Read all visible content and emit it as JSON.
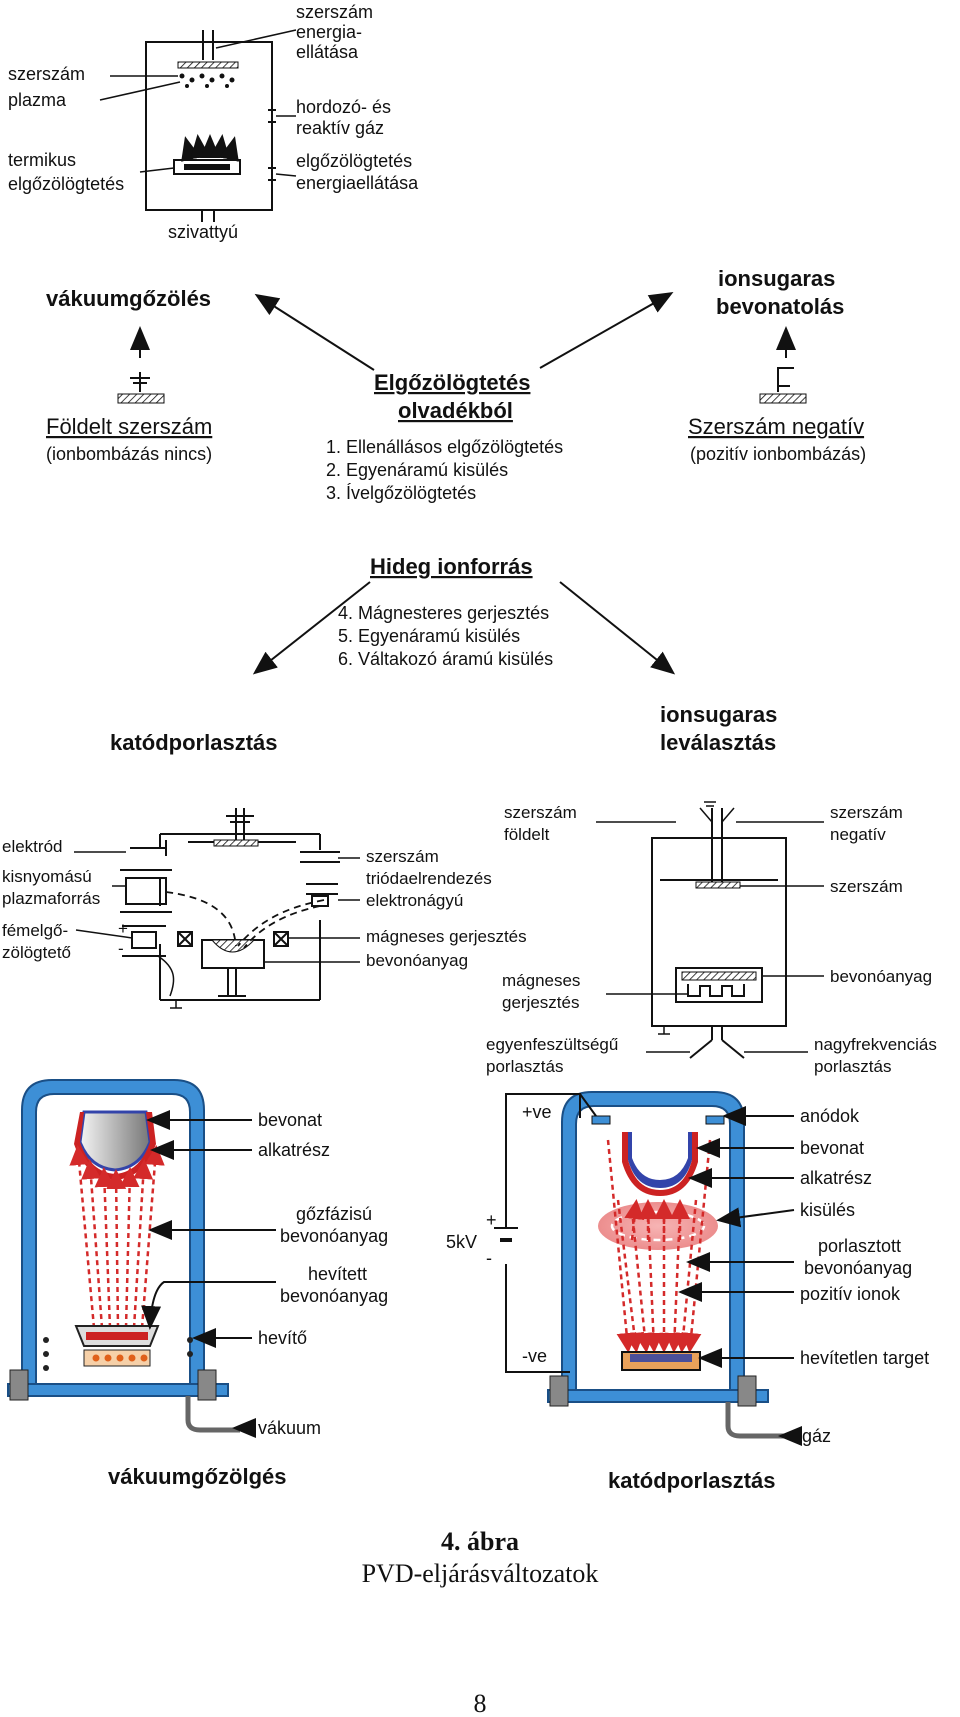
{
  "top_schematic": {
    "labels": {
      "tool_energy": [
        "szerszám",
        "energia-",
        "ellátása"
      ],
      "tool": "szerszám",
      "plasma": "plazma",
      "carrier_gas": [
        "hordozó- és",
        "reaktív gáz"
      ],
      "thermal_evap": [
        "termikus",
        "elgőzölögtetés"
      ],
      "evap_energy": [
        "elgőzölögtetés",
        "energiaellátása"
      ],
      "pump": "szivattyú"
    }
  },
  "branches": {
    "vacuum_evap": "vákuumgőzölés",
    "ion_beam_coating": [
      "ionsugaras",
      "bevonatolás"
    ],
    "grounded_tool": "Földelt szerszám",
    "grounded_tool_note": "(ionbombázás nincs)",
    "negative_tool": "Szerszám negatív",
    "negative_tool_note": "(pozitív ionbombázás)",
    "melt_evap_title": [
      "Elgőzölögtetés",
      "olvadékból"
    ],
    "melt_evap_items": [
      "1. Ellenállásos elgőzölögtetés",
      "2. Egyenáramú kisülés",
      "3. Ívelgőzölögtetés"
    ],
    "cold_ion_title": "Hideg ionforrás",
    "cold_ion_items": [
      "4. Mágnesteres gerjesztés",
      "5. Egyenáramú kisülés",
      "6. Váltakozó áramú kisülés"
    ],
    "cathode_sputtering": "katódporlasztás",
    "ion_beam_deposition": [
      "ionsugaras",
      "leválasztás"
    ]
  },
  "middle_left": {
    "electrode": "elektród",
    "low_pressure_plasma": [
      "kisnyomású",
      "plazmaforrás"
    ],
    "metal_evaporator": [
      "fémelgő-",
      "zölögtető"
    ],
    "tool": "szerszám",
    "triode": "triódaelrendezés",
    "electron_gun": "elektronágyú",
    "magnetic_excitation": "mágneses gerjesztés",
    "coating_material": "bevonóanyag",
    "plus": "+",
    "minus": "-"
  },
  "middle_right": {
    "tool_grounded": [
      "szerszám",
      "földelt"
    ],
    "tool_negative": [
      "szerszám",
      "negatív"
    ],
    "tool": "szerszám",
    "coating_material": "bevonóanyag",
    "magnetic_excitation": [
      "mágneses",
      "gerjesztés"
    ],
    "dc_sputtering": [
      "egyenfeszültségű",
      "porlasztás"
    ],
    "rf_sputtering": [
      "nagyfrekvenciás",
      "porlasztás"
    ]
  },
  "bottom_left": {
    "coating": "bevonat",
    "part": "alkatrész",
    "vapor_phase": [
      "gőzfázisú",
      "bevonóanyag"
    ],
    "heated": [
      "hevített",
      "bevonóanyag"
    ],
    "heater": "hevítő",
    "vacuum": "vákuum",
    "title": "vákuumgőzölgés"
  },
  "bottom_right": {
    "plus_ve": "+ve",
    "minus_ve": "-ve",
    "voltage": "5kV",
    "plus": "+",
    "minus": "-",
    "anodes": "anódok",
    "coating": "bevonat",
    "part": "alkatrész",
    "discharge": "kisülés",
    "sputtered": [
      "porlasztott",
      "bevonóanyag"
    ],
    "positive_ions": "pozitív ionok",
    "unheated_target": "hevítetlen target",
    "gas": "gáz",
    "title": "katódporlasztás"
  },
  "caption": {
    "number": "4. ábra",
    "title": "PVD-eljárásváltozatok"
  },
  "page_number": "8",
  "colors": {
    "wall_blue": "#3d8fd6",
    "ray_red": "#d42a2a",
    "discharge_pink": "#f2a0a0",
    "coating_red": "#cc2222",
    "coating_blue": "#3344aa"
  }
}
